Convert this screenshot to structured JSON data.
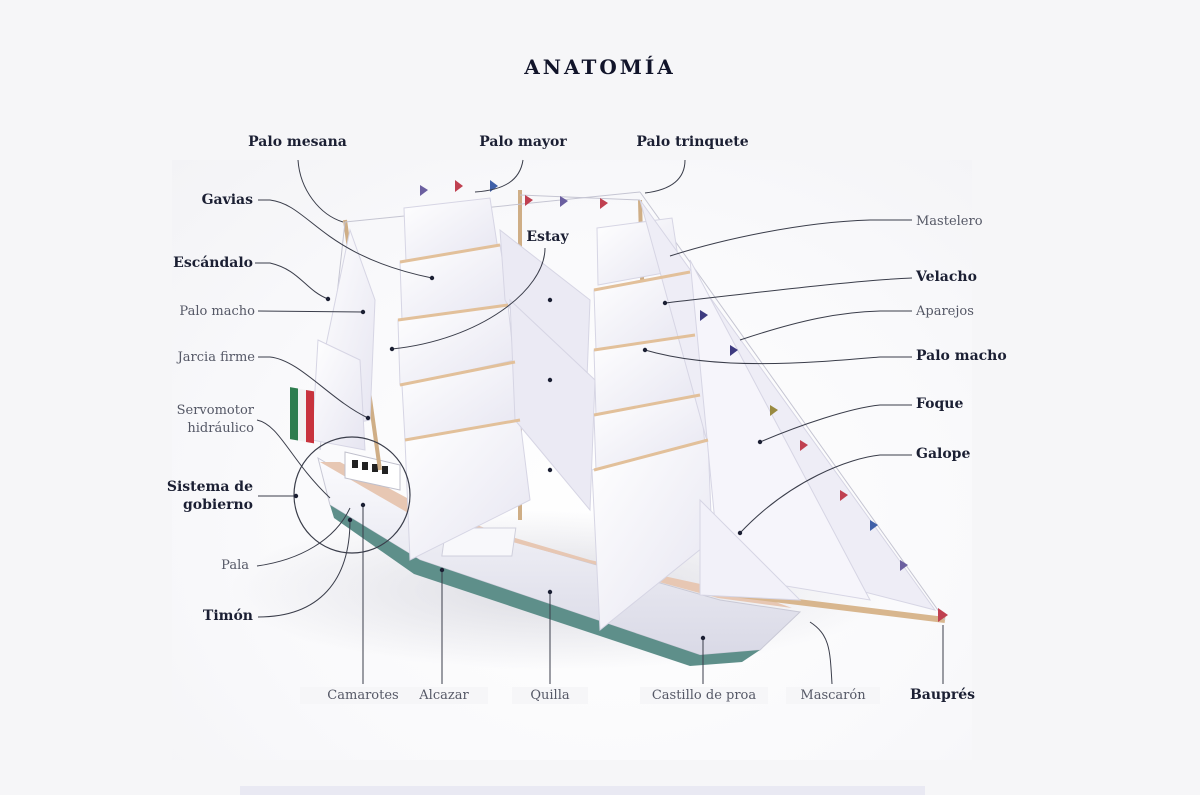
{
  "title": "ANATOMÍA",
  "labels": {
    "palo_mesana": "Palo mesana",
    "palo_mayor": "Palo mayor",
    "palo_trinquete": "Palo trinquete",
    "gavias": "Gavias",
    "estay": "Estay",
    "escandalo": "Escándalo",
    "palo_macho_left": "Palo macho",
    "jarcia_firme": "Jarcia firme",
    "servomotor_1": "Servomotor",
    "servomotor_2": "hidráulico",
    "sistema_1": "Sistema de",
    "sistema_2": "gobierno",
    "pala": "Pala",
    "timon": "Timón",
    "camarotes": "Camarotes",
    "alcazar": "Alcazar",
    "quilla": "Quilla",
    "castillo_de_proa": "Castillo de proa",
    "mascaron": "Mascarón",
    "baupres": "Bauprés",
    "mastelero": "Mastelero",
    "velacho": "Velacho",
    "aparejos": "Aparejos",
    "palo_macho_right": "Palo macho",
    "foque": "Foque",
    "galope": "Galope"
  },
  "colors": {
    "background": "#f6f6f8",
    "text_bold": "#1b1f33",
    "text_light": "#555866",
    "leader_line": "#3a3d4a",
    "sail": "#f4f3fa",
    "deck": "#e7c7b3",
    "hull": "#f2f2f7",
    "keel": "#5e8f8a"
  }
}
